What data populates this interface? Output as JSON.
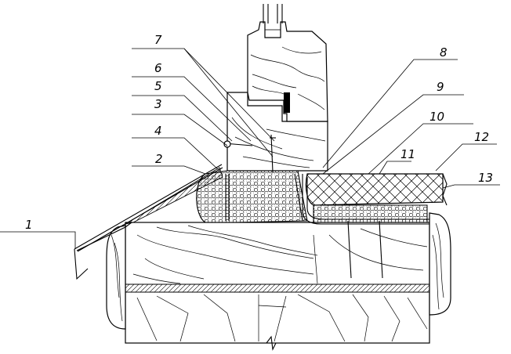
{
  "figure": {
    "labels": [
      {
        "id": "1",
        "text": "1"
      },
      {
        "id": "2",
        "text": "2"
      },
      {
        "id": "3",
        "text": "3"
      },
      {
        "id": "4",
        "text": "4"
      },
      {
        "id": "5",
        "text": "5"
      },
      {
        "id": "6",
        "text": "6"
      },
      {
        "id": "7",
        "text": "7"
      },
      {
        "id": "8",
        "text": "8"
      },
      {
        "id": "9",
        "text": "9"
      },
      {
        "id": "10",
        "text": "10"
      },
      {
        "id": "11",
        "text": "11"
      },
      {
        "id": "12",
        "text": "12"
      },
      {
        "id": "13",
        "text": "13"
      }
    ]
  }
}
